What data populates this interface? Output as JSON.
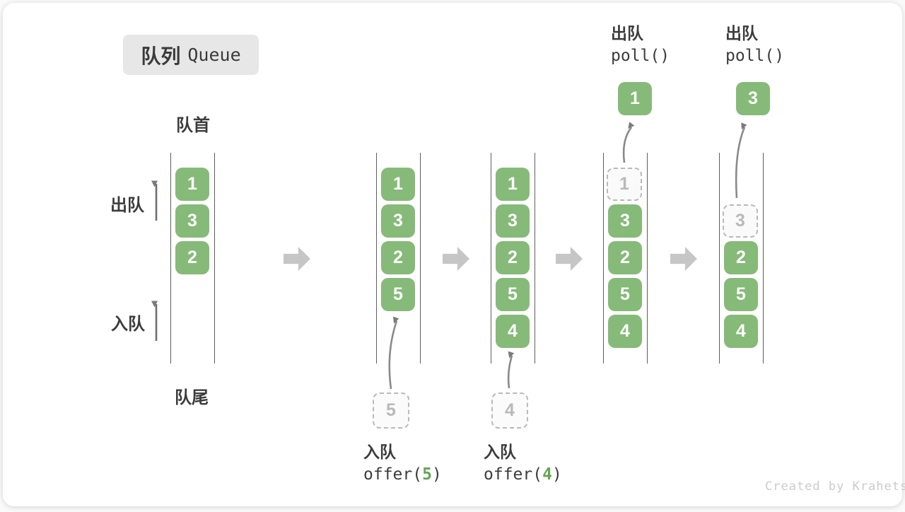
{
  "title": {
    "zh": "队列",
    "en": "Queue"
  },
  "side_labels": {
    "front": "队首",
    "rear": "队尾",
    "dequeue": "出队",
    "enqueue": "入队"
  },
  "queues": [
    {
      "name": "state-initial",
      "slots": [
        {
          "slot": 1,
          "value": "1",
          "style": "solid"
        },
        {
          "slot": 2,
          "value": "3",
          "style": "solid"
        },
        {
          "slot": 3,
          "value": "2",
          "style": "solid"
        }
      ]
    },
    {
      "name": "state-after-offer-5",
      "slots": [
        {
          "slot": 1,
          "value": "1",
          "style": "solid"
        },
        {
          "slot": 2,
          "value": "3",
          "style": "solid"
        },
        {
          "slot": 3,
          "value": "2",
          "style": "solid"
        },
        {
          "slot": 4,
          "value": "5",
          "style": "solid"
        }
      ]
    },
    {
      "name": "state-after-offer-4",
      "slots": [
        {
          "slot": 1,
          "value": "1",
          "style": "solid"
        },
        {
          "slot": 2,
          "value": "3",
          "style": "solid"
        },
        {
          "slot": 3,
          "value": "2",
          "style": "solid"
        },
        {
          "slot": 4,
          "value": "5",
          "style": "solid"
        },
        {
          "slot": 5,
          "value": "4",
          "style": "solid"
        }
      ]
    },
    {
      "name": "state-after-poll-1",
      "slots": [
        {
          "slot": 1,
          "value": "1",
          "style": "dashed"
        },
        {
          "slot": 2,
          "value": "3",
          "style": "solid"
        },
        {
          "slot": 3,
          "value": "2",
          "style": "solid"
        },
        {
          "slot": 4,
          "value": "5",
          "style": "solid"
        },
        {
          "slot": 5,
          "value": "4",
          "style": "solid"
        }
      ]
    },
    {
      "name": "state-after-poll-3",
      "slots": [
        {
          "slot": 2,
          "value": "3",
          "style": "dashed"
        },
        {
          "slot": 3,
          "value": "2",
          "style": "solid"
        },
        {
          "slot": 4,
          "value": "5",
          "style": "solid"
        },
        {
          "slot": 5,
          "value": "4",
          "style": "solid"
        }
      ]
    }
  ],
  "enqueue_ops": [
    {
      "label": "入队",
      "code_open": "offer(",
      "arg": "5",
      "code_close": ")",
      "pending_value": "5"
    },
    {
      "label": "入队",
      "code_open": "offer(",
      "arg": "4",
      "code_close": ")",
      "pending_value": "4"
    }
  ],
  "dequeue_ops": [
    {
      "label": "出队",
      "code": "poll()",
      "value": "1"
    },
    {
      "label": "出队",
      "code": "poll()",
      "value": "3"
    }
  ],
  "watermark": "Created by Krahets",
  "colors": {
    "box_green": "#86ba78",
    "arg_green": "#64a653",
    "block_arrow_gray": "#c6c6c6",
    "queue_line_gray": "#5e5e5e",
    "text_dark": "#3c3c3c",
    "muted_gray": "#b9b9b9",
    "watermark_gray": "#cbcbcb"
  }
}
